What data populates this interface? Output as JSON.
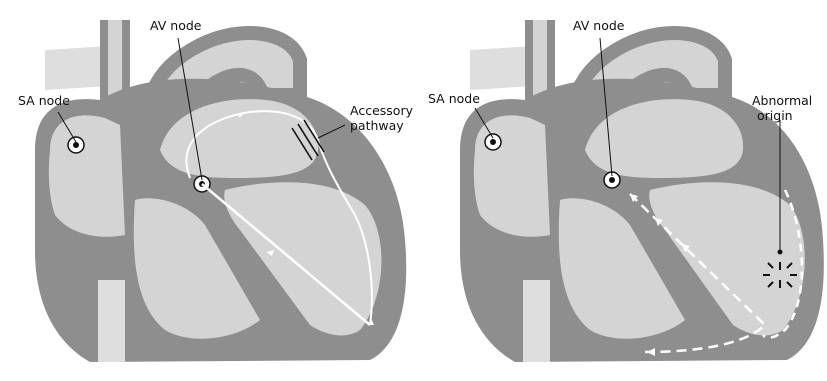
{
  "colors": {
    "dark_tissue": "#8e8e8e",
    "light_chamber": "#d4d4d4",
    "vessel_light": "#dedede",
    "pathway": "#ffffff",
    "leader": "#111111"
  },
  "panels": [
    {
      "labels": {
        "sa_node": "SA node",
        "av_node": "AV node",
        "accessory_line1": "Accessory",
        "accessory_line2": "pathway"
      }
    },
    {
      "labels": {
        "sa_node": "SA node",
        "av_node": "AV node",
        "abnormal_line1": "Abnormal",
        "abnormal_line2": "origin"
      }
    }
  ]
}
